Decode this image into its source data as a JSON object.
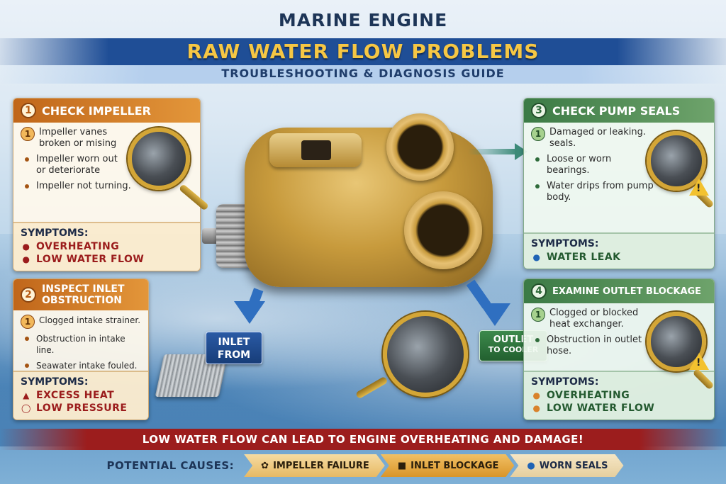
{
  "header": {
    "line1": "MARINE ENGINE",
    "title": "RAW WATER FLOW PROBLEMS",
    "subtitle": "TROUBLESHOOTING & DIAGNOSIS GUIDE"
  },
  "panel1": {
    "num": "1",
    "title": "CHECK IMPELLER",
    "items": [
      {
        "marker": "1",
        "text": "Impeller vanes broken or mising"
      },
      {
        "marker": "bullet",
        "text": "Impeller worn out or deteriorate"
      },
      {
        "marker": "bullet",
        "text": "Impeller not turning."
      }
    ],
    "symptoms_label": "SYMPTOMS:",
    "symptoms": [
      {
        "icon": "drop-icon",
        "text": "OVERHEATING"
      },
      {
        "icon": "drop-icon",
        "text": "LOW WATER FLOW"
      }
    ]
  },
  "panel2": {
    "num": "2",
    "title": "INSPECT INLET OBSTRUCTION",
    "items": [
      {
        "marker": "1",
        "text": "Clogged intake strainer."
      },
      {
        "marker": "bullet",
        "text": "Obstruction in intake line."
      },
      {
        "marker": "bullet",
        "text": "Seawater intake fouled."
      }
    ],
    "symptoms_label": "SYMPTOMS:",
    "symptoms": [
      {
        "icon": "flame-icon",
        "text": "EXCESS HEAT"
      },
      {
        "icon": "gauge-icon",
        "text": "LOW PRESSURE"
      }
    ]
  },
  "panel3": {
    "num": "3",
    "title": "CHECK PUMP SEALS",
    "items": [
      {
        "marker": "1",
        "text": "Damaged or leaking. seals."
      },
      {
        "marker": "bullet",
        "text": "Loose or worn bearings."
      },
      {
        "marker": "bullet",
        "text": "Water drips from pump body."
      }
    ],
    "symptoms_label": "SYMPTOMS:",
    "symptoms": [
      {
        "icon": "drop-icon",
        "text": "WATER LEAK"
      }
    ]
  },
  "panel4": {
    "num": "4",
    "title": "EXAMINE OUTLET BLOCKAGE",
    "items": [
      {
        "marker": "1",
        "text": "Clogged or blocked heat exchanger."
      },
      {
        "marker": "bullet",
        "text": "Obstruction in outlet hose."
      }
    ],
    "symptoms_label": "SYMPTOMS:",
    "symptoms": [
      {
        "icon": "drop-icon",
        "text": "OVERHEATING"
      },
      {
        "icon": "drop-icon",
        "text": "LOW WATER FLOW"
      }
    ]
  },
  "labels": {
    "inlet": "INLET FROM",
    "outlet_line1": "OUTLET",
    "outlet_line2": "TO COOLER"
  },
  "banner": "LOW WATER FLOW CAN LEAD TO ENGINE OVERHEATING AND DAMAGE!",
  "causes": {
    "label": "POTENTIAL CAUSES:",
    "items": [
      {
        "icon": "impeller-icon",
        "text": "IMPELLER FAILURE"
      },
      {
        "icon": "debris-icon",
        "text": "INLET BLOCKAGE"
      },
      {
        "icon": "drop-icon",
        "text": "WORN SEALS"
      }
    ]
  },
  "colors": {
    "brand_blue": "#1f4e96",
    "title_gold": "#f6c744",
    "orange_panel": "#c0661a",
    "green_panel": "#3b7a45",
    "warning_red": "#9c1d1d"
  }
}
